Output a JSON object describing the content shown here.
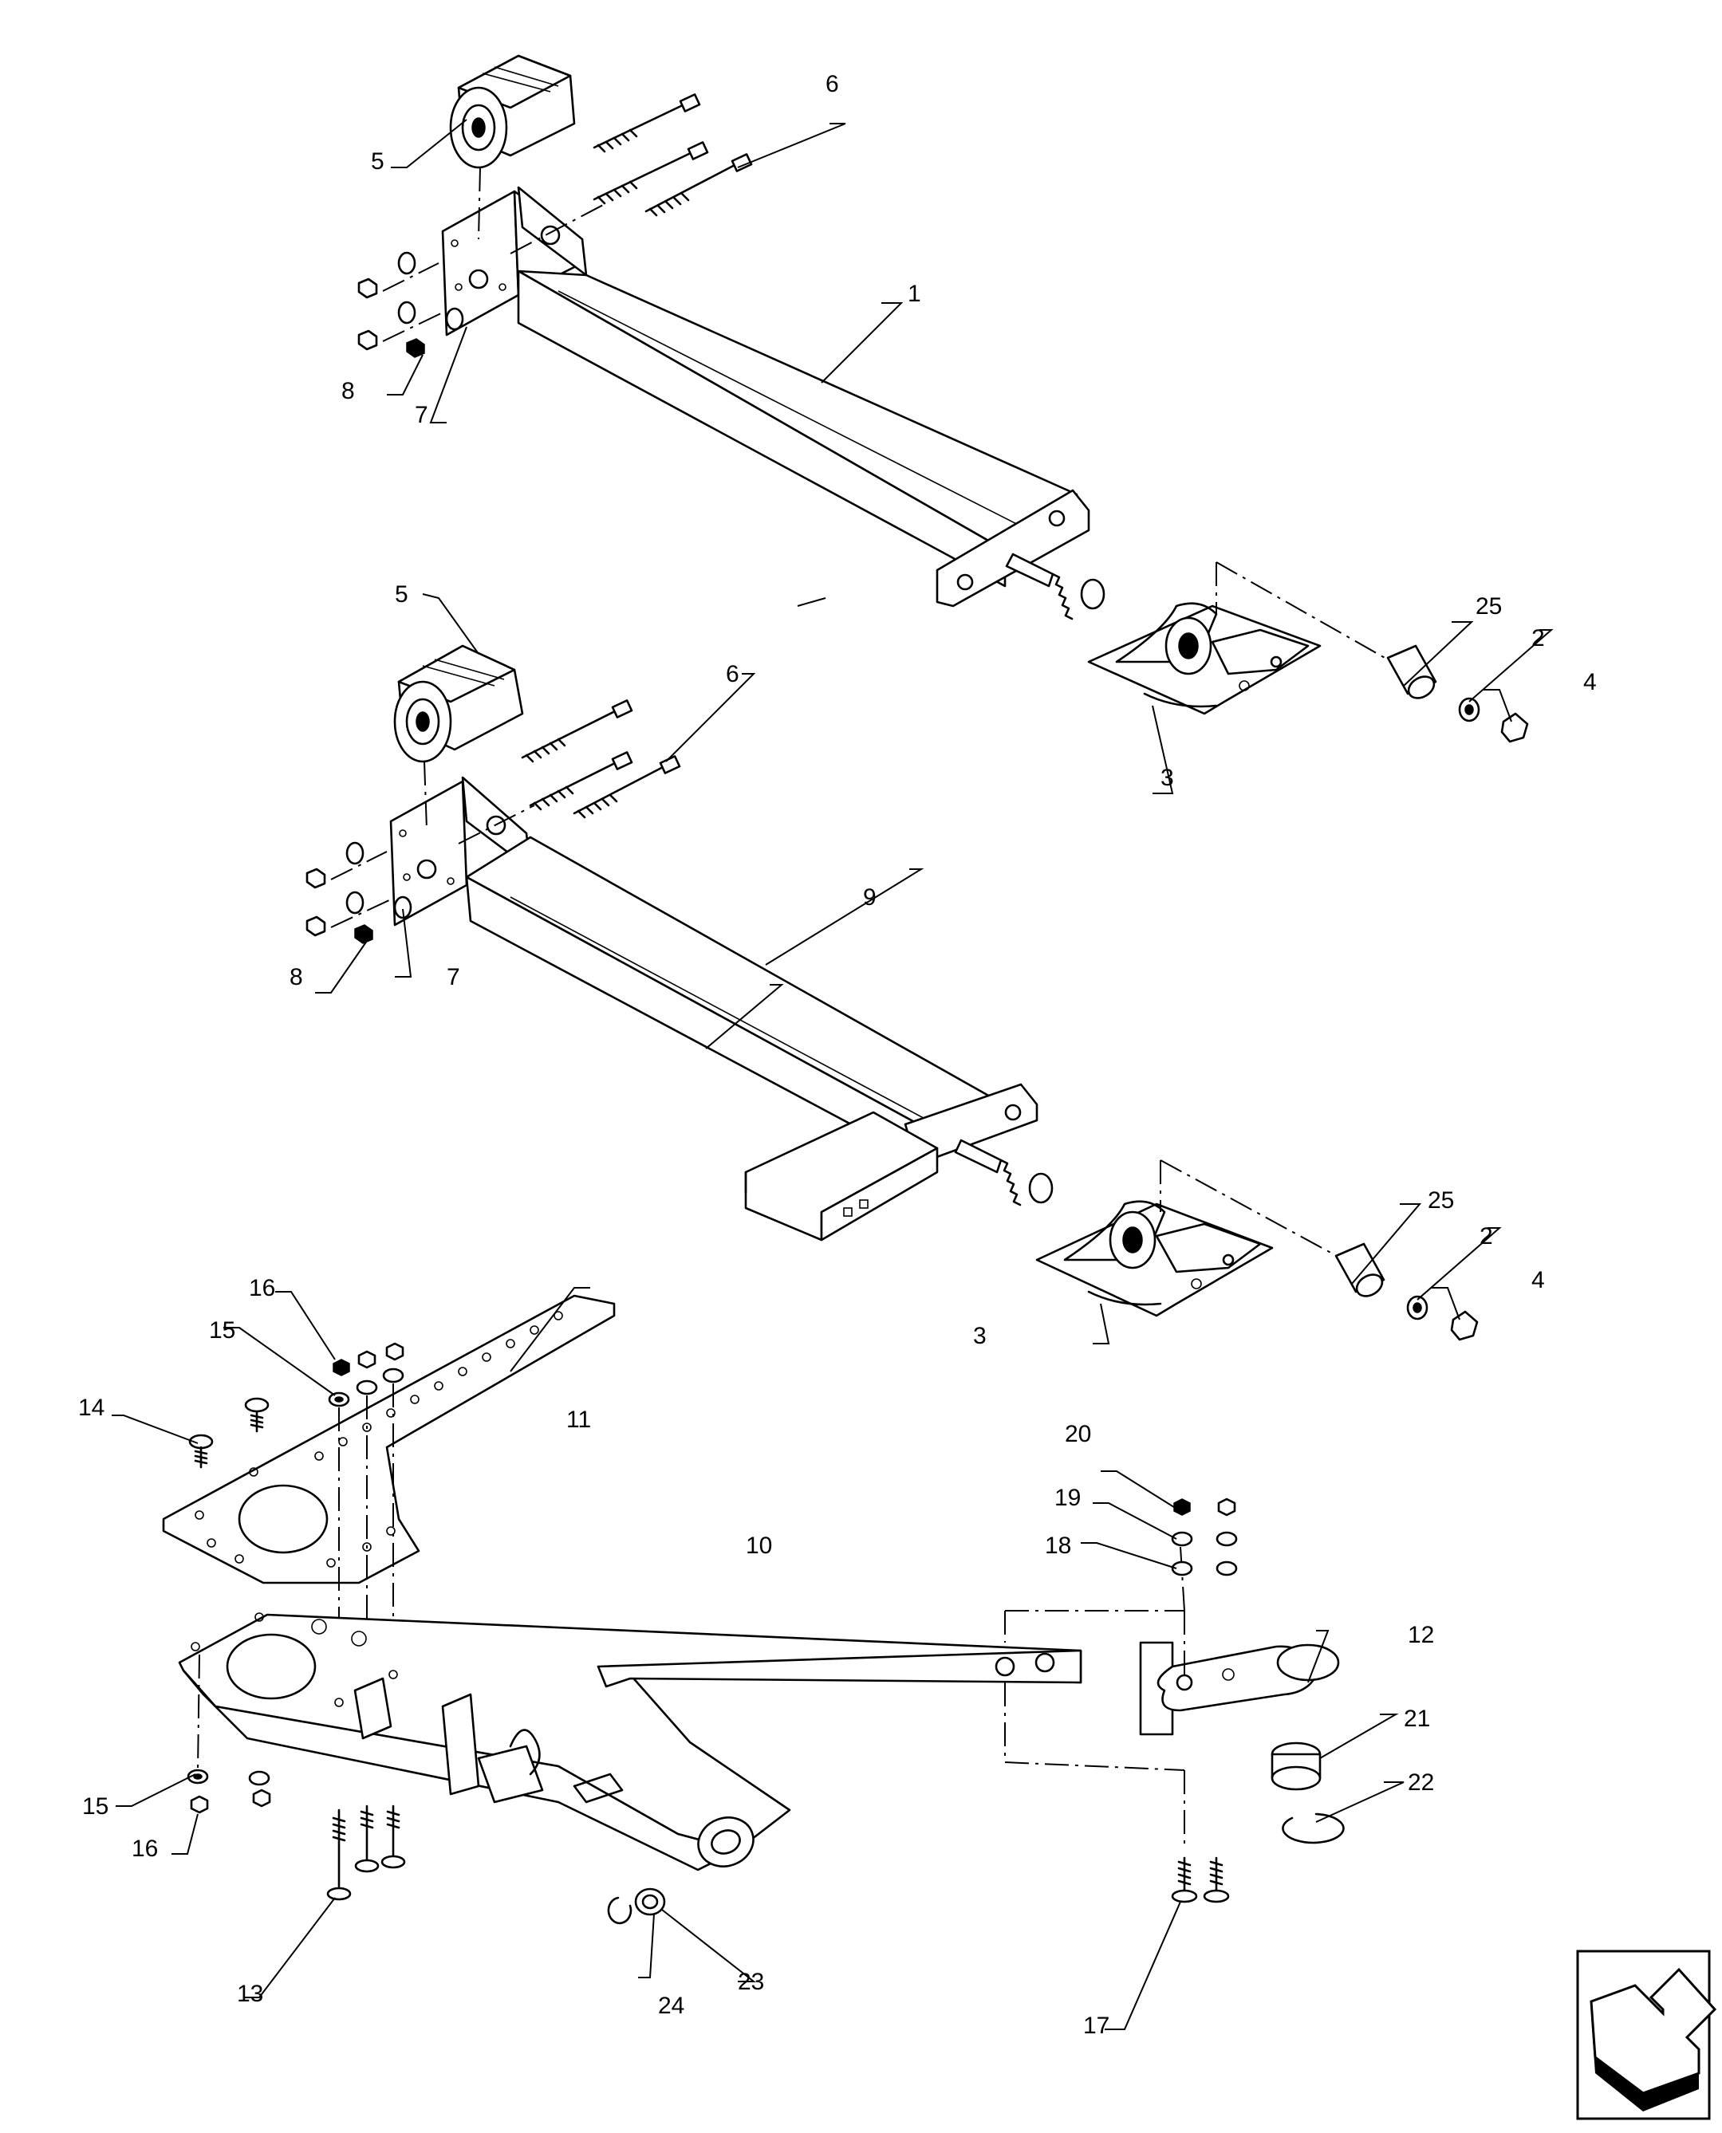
{
  "callouts": [
    {
      "label": "1"
    },
    {
      "label": "2"
    },
    {
      "label": "2"
    },
    {
      "label": "3"
    },
    {
      "label": "3"
    },
    {
      "label": "4"
    },
    {
      "label": "4"
    },
    {
      "label": "5"
    },
    {
      "label": "5"
    },
    {
      "label": "6"
    },
    {
      "label": "6"
    },
    {
      "label": "7"
    },
    {
      "label": "7"
    },
    {
      "label": "8"
    },
    {
      "label": "8"
    },
    {
      "label": "9"
    },
    {
      "label": "10"
    },
    {
      "label": "11"
    },
    {
      "label": "12"
    },
    {
      "label": "13"
    },
    {
      "label": "14"
    },
    {
      "label": "15"
    },
    {
      "label": "15"
    },
    {
      "label": "16"
    },
    {
      "label": "16"
    },
    {
      "label": "17"
    },
    {
      "label": "18"
    },
    {
      "label": "19"
    },
    {
      "label": "20"
    },
    {
      "label": "21"
    },
    {
      "label": "22"
    },
    {
      "label": "23"
    },
    {
      "label": "24"
    },
    {
      "label": "25"
    },
    {
      "label": "25"
    }
  ],
  "nav_icon": "arrow-icon"
}
